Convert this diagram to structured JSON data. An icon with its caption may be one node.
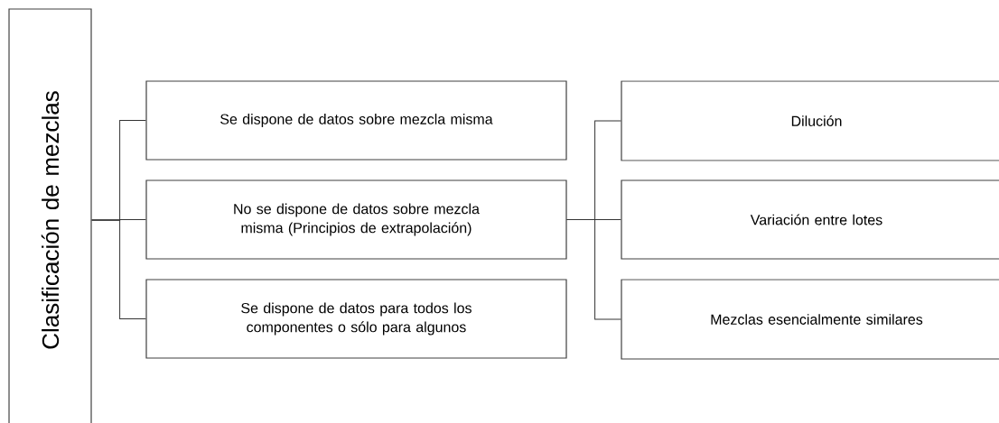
{
  "diagram": {
    "nodes": [
      {
        "text": [
          "Clasificación de mezclas"
        ]
      },
      {
        "text": [
          "Se dispone de datos sobre mezcla misma"
        ]
      },
      {
        "text": [
          "No se dispone de datos sobre mezcla misma (Principios de extrapolación)"
        ]
      },
      {
        "text": [
          "Se dispone de datos para todos los componentes o sólo para algunos"
        ]
      },
      {
        "text": [
          "Dilución"
        ]
      },
      {
        "text": [
          "Variación entre lotes"
        ]
      },
      {
        "text": [
          "Mezclas esencialmente similares"
        ]
      }
    ],
    "edges": [
      {
        "from": 0,
        "to": 1,
        "arrow": "none"
      },
      {
        "from": 0,
        "to": 2,
        "arrow": "none"
      },
      {
        "from": 0,
        "to": 3,
        "arrow": "none"
      },
      {
        "from": 2,
        "to": 4,
        "arrow": "none"
      },
      {
        "from": 2,
        "to": 5,
        "arrow": "none"
      },
      {
        "from": 2,
        "to": 6,
        "arrow": "none"
      }
    ]
  }
}
